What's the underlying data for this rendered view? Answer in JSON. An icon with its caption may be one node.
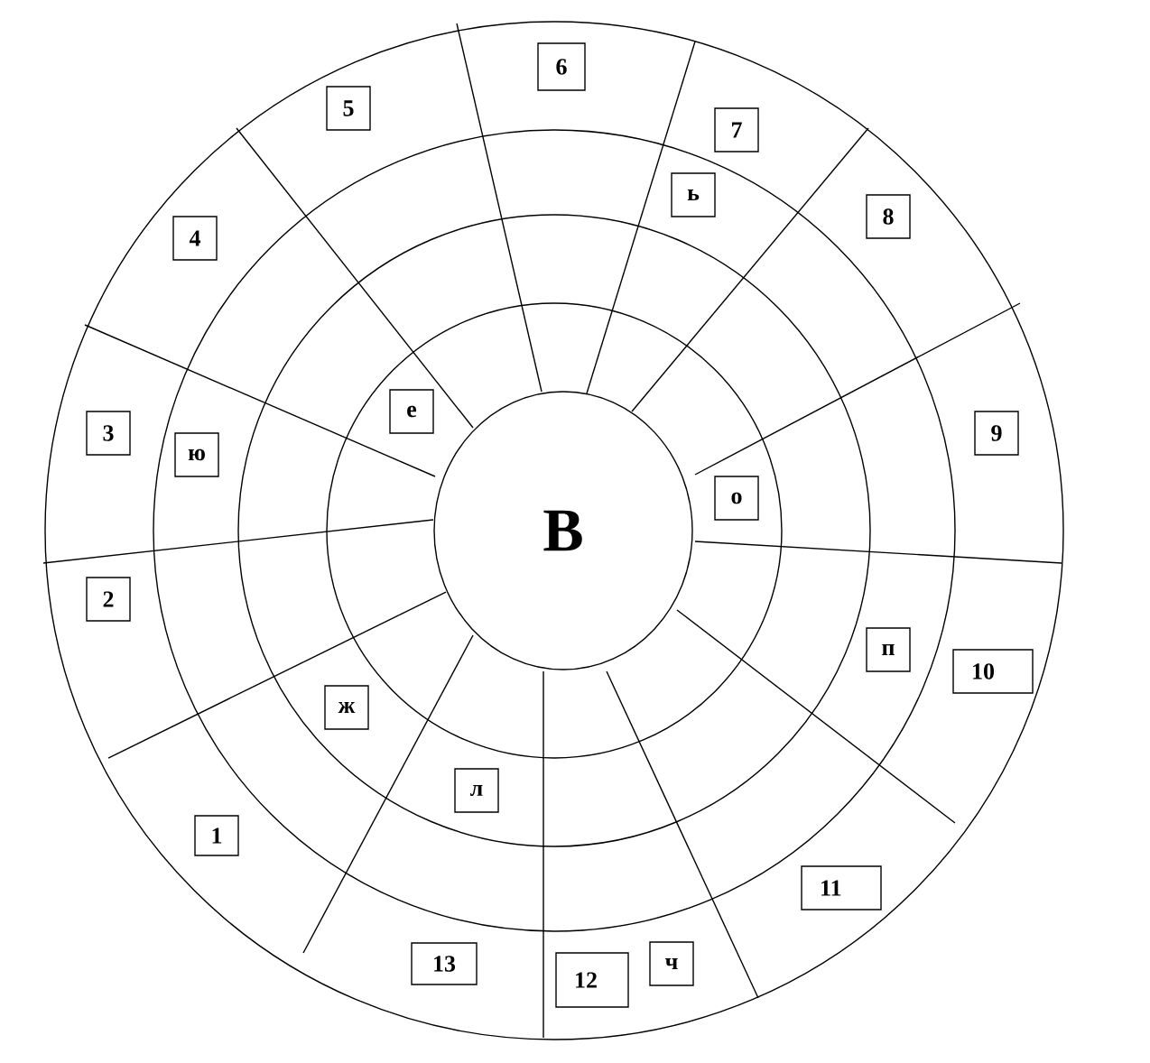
{
  "diagram": {
    "nodes": [
      {
        "text": [
          "6"
        ]
      },
      {
        "text": [
          "5"
        ]
      },
      {
        "text": [
          "7"
        ]
      },
      {
        "text": [
          "ь"
        ]
      },
      {
        "text": [
          "8"
        ]
      },
      {
        "text": [
          "4"
        ]
      },
      {
        "text": [
          "е"
        ]
      },
      {
        "text": [
          "3"
        ]
      },
      {
        "text": [
          "9"
        ]
      },
      {
        "text": [
          "ю"
        ]
      },
      {
        "text": [
          "о"
        ]
      },
      {
        "text": [
          "В"
        ]
      },
      {
        "text": [
          "2"
        ]
      },
      {
        "text": [
          "п"
        ]
      },
      {
        "text": [
          "10"
        ]
      },
      {
        "text": [
          "ж"
        ]
      },
      {
        "text": [
          "л"
        ]
      },
      {
        "text": [
          "1"
        ]
      },
      {
        "text": [
          "11"
        ]
      },
      {
        "text": [
          "13"
        ]
      },
      {
        "text": [
          "ч"
        ]
      },
      {
        "text": [
          "12"
        ]
      }
    ]
  }
}
